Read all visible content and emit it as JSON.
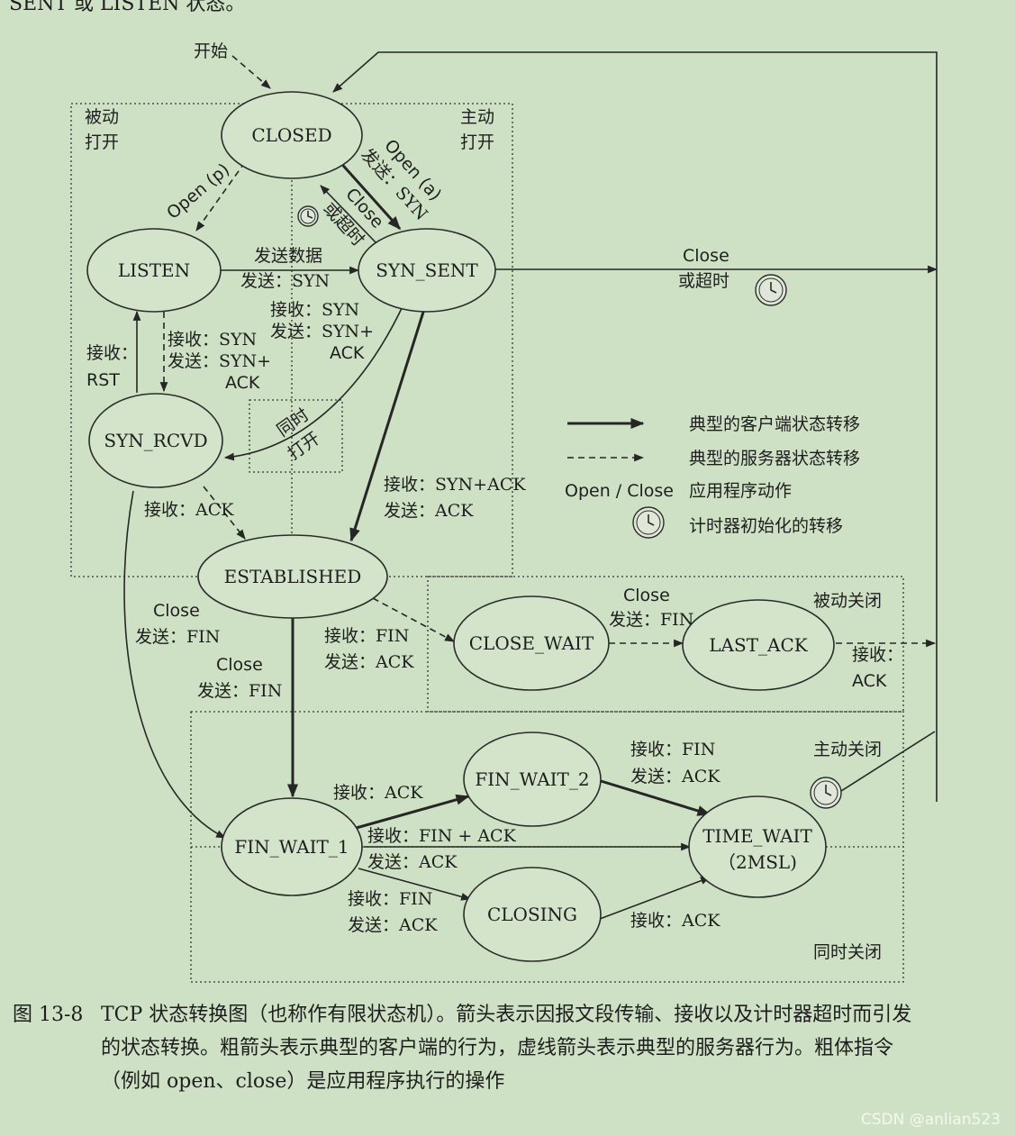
{
  "header_fragment": "SENT 或 LISTEN 状态。",
  "start_label": "开始",
  "regions": {
    "passive_open": [
      "被动",
      "打开"
    ],
    "active_open": [
      "主动",
      "打开"
    ],
    "simultaneous_open": [
      "同时",
      "打开"
    ],
    "passive_close": "被动关闭",
    "active_close": "主动关闭",
    "simultaneous_close": "同时关闭"
  },
  "states": {
    "closed": "CLOSED",
    "listen": "LISTEN",
    "syn_sent": "SYN_SENT",
    "syn_rcvd": "SYN_RCVD",
    "established": "ESTABLISHED",
    "close_wait": "CLOSE_WAIT",
    "last_ack": "LAST_ACK",
    "fin_wait_1": "FIN_WAIT_1",
    "fin_wait_2": "FIN_WAIT_2",
    "closing": "CLOSING",
    "time_wait": [
      "TIME_WAIT",
      "（2MSL)"
    ]
  },
  "transitions": {
    "open_p": "Open (p)",
    "open_a": "Open (a)",
    "send_syn_a": "发送：SYN",
    "close_timeout_small": [
      "Close",
      "或超时"
    ],
    "send_data": [
      "发送数据",
      "发送：SYN"
    ],
    "synsent_close": [
      "Close",
      "或超时"
    ],
    "synsent_recv_syn": [
      "接收：SYN",
      "发送：SYN+",
      "ACK"
    ],
    "listen_recv_syn": [
      "接收：SYN",
      "发送：SYN+",
      "ACK"
    ],
    "recv_rst": [
      "接收：",
      "RST"
    ],
    "recv_synack": [
      "接收：SYN+ACK",
      "发送：ACK"
    ],
    "synrcvd_recv_ack": "接收：ACK",
    "synrcvd_close": [
      "Close",
      "发送：FIN"
    ],
    "est_recv_fin": [
      "接收：FIN",
      "发送：ACK"
    ],
    "est_close": [
      "Close",
      "发送：FIN"
    ],
    "closewait_close": [
      "Close",
      "发送：FIN"
    ],
    "lastack_recv_ack": [
      "接收：",
      "ACK"
    ],
    "fw1_recv_ack": "接收：ACK",
    "fw2_recv_fin": [
      "接收：FIN",
      "发送：ACK"
    ],
    "fw1_recv_finack": [
      "接收：FIN + ACK",
      "发送：ACK"
    ],
    "fw1_recv_fin": [
      "接收：FIN",
      "发送：ACK"
    ],
    "closing_recv_ack": "接收：ACK"
  },
  "legend": [
    {
      "key": "典型的客户端状态转移"
    },
    {
      "key": "典型的服务器状态转移"
    },
    {
      "symbol": "Open / Close",
      "key": "应用程序动作"
    },
    {
      "key": "计时器初始化的转移"
    }
  ],
  "caption": {
    "figure_number": "图 13-8",
    "lines": [
      "TCP 状态转换图（也称作有限状态机）。箭头表示因报文段传输、接收以及计时器超时而引发",
      "的状态转换。粗箭头表示典型的客户端的行为，虚线箭头表示典型的服务器行为。粗体指令",
      "（例如 open、close）是应用程序执行的操作"
    ]
  },
  "watermark": "CSDN @anlian523"
}
